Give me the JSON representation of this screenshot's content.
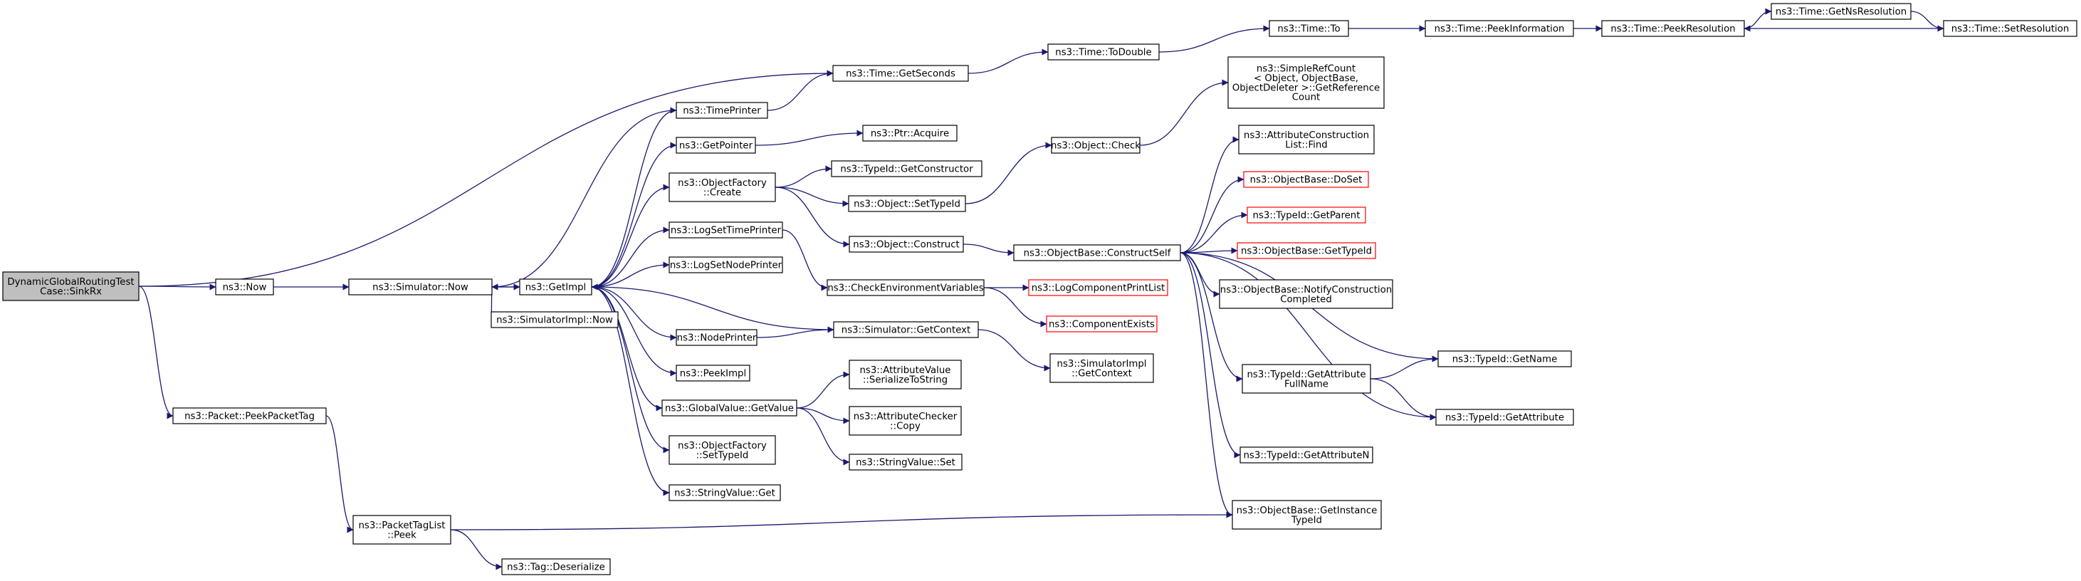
{
  "colors": {
    "edge": "#191970",
    "node_border": "#000000",
    "node_border_incomplete": "#ff0000",
    "root_fill": "#bfbfbf",
    "node_fill": "#ffffff"
  },
  "nodes": [
    {
      "id": "sinkrx",
      "lines": [
        "DynamicGlobalRoutingTest",
        "Case::SinkRx"
      ]
    },
    {
      "id": "now",
      "lines": [
        "ns3::Now"
      ]
    },
    {
      "id": "simnow",
      "lines": [
        "ns3::Simulator::Now"
      ]
    },
    {
      "id": "getimpl",
      "lines": [
        "ns3::GetImpl"
      ]
    },
    {
      "id": "simimplnow",
      "lines": [
        "ns3::SimulatorImpl::Now"
      ]
    },
    {
      "id": "timeprinter",
      "lines": [
        "ns3::TimePrinter"
      ]
    },
    {
      "id": "getpointer",
      "lines": [
        "ns3::GetPointer"
      ]
    },
    {
      "id": "ofcreate",
      "lines": [
        "ns3::ObjectFactory",
        "::Create"
      ]
    },
    {
      "id": "logsettp",
      "lines": [
        "ns3::LogSetTimePrinter"
      ]
    },
    {
      "id": "logsetnp",
      "lines": [
        "ns3::LogSetNodePrinter"
      ]
    },
    {
      "id": "nodeprinter",
      "lines": [
        "ns3::NodePrinter"
      ]
    },
    {
      "id": "peekimpl",
      "lines": [
        "ns3::PeekImpl"
      ]
    },
    {
      "id": "gvgetvalue",
      "lines": [
        "ns3::GlobalValue::GetValue"
      ]
    },
    {
      "id": "ofsettypeid",
      "lines": [
        "ns3::ObjectFactory",
        "::SetTypeId"
      ]
    },
    {
      "id": "svget",
      "lines": [
        "ns3::StringValue::Get"
      ]
    },
    {
      "id": "getseconds",
      "lines": [
        "ns3::Time::GetSeconds"
      ]
    },
    {
      "id": "todouble",
      "lines": [
        "ns3::Time::ToDouble"
      ]
    },
    {
      "id": "timeto",
      "lines": [
        "ns3::Time::To"
      ]
    },
    {
      "id": "peekinfo",
      "lines": [
        "ns3::Time::PeekInformation"
      ]
    },
    {
      "id": "peekres",
      "lines": [
        "ns3::Time::PeekResolution"
      ]
    },
    {
      "id": "getnsres",
      "lines": [
        "ns3::Time::GetNsResolution"
      ]
    },
    {
      "id": "setres",
      "lines": [
        "ns3::Time::SetResolution"
      ]
    },
    {
      "id": "ptracquire",
      "lines": [
        "ns3::Ptr::Acquire"
      ]
    },
    {
      "id": "getconstructor",
      "lines": [
        "ns3::TypeId::GetConstructor"
      ]
    },
    {
      "id": "objsettypeid",
      "lines": [
        "ns3::Object::SetTypeId"
      ]
    },
    {
      "id": "objconstruct",
      "lines": [
        "ns3::Object::Construct"
      ]
    },
    {
      "id": "checkenv",
      "lines": [
        "ns3::CheckEnvironmentVariables"
      ]
    },
    {
      "id": "simgetcontext",
      "lines": [
        "ns3::Simulator::GetContext"
      ]
    },
    {
      "id": "avserialize",
      "lines": [
        "ns3::AttributeValue",
        "::SerializeToString"
      ]
    },
    {
      "id": "accopy",
      "lines": [
        "ns3::AttributeChecker",
        "::Copy"
      ]
    },
    {
      "id": "svset",
      "lines": [
        "ns3::StringValue::Set"
      ]
    },
    {
      "id": "objcheck",
      "lines": [
        "ns3::Object::Check"
      ]
    },
    {
      "id": "constructself",
      "lines": [
        "ns3::ObjectBase::ConstructSelf"
      ]
    },
    {
      "id": "logcpl",
      "lines": [
        "ns3::LogComponentPrintList"
      ],
      "incomplete": true
    },
    {
      "id": "compexists",
      "lines": [
        "ns3::ComponentExists"
      ],
      "incomplete": true
    },
    {
      "id": "simimplgetctx",
      "lines": [
        "ns3::SimulatorImpl",
        "::GetContext"
      ]
    },
    {
      "id": "getrefcount",
      "lines": [
        "ns3::SimpleRefCount",
        "< Object, ObjectBase,",
        " ObjectDeleter >::GetReference",
        "Count"
      ]
    },
    {
      "id": "aclfind",
      "lines": [
        "ns3::AttributeConstruction",
        "List::Find"
      ]
    },
    {
      "id": "doset",
      "lines": [
        "ns3::ObjectBase::DoSet"
      ],
      "incomplete": true
    },
    {
      "id": "getparent",
      "lines": [
        "ns3::TypeId::GetParent"
      ],
      "incomplete": true
    },
    {
      "id": "obgettypeid",
      "lines": [
        "ns3::ObjectBase::GetTypeId"
      ],
      "incomplete": true
    },
    {
      "id": "notifyconstr",
      "lines": [
        "ns3::ObjectBase::NotifyConstruction",
        "Completed"
      ]
    },
    {
      "id": "getattrfullname",
      "lines": [
        "ns3::TypeId::GetAttribute",
        "FullName"
      ]
    },
    {
      "id": "getattrn",
      "lines": [
        "ns3::TypeId::GetAttributeN"
      ]
    },
    {
      "id": "getinstancetypeid",
      "lines": [
        "ns3::ObjectBase::GetInstance",
        "TypeId"
      ]
    },
    {
      "id": "getname",
      "lines": [
        "ns3::TypeId::GetName"
      ]
    },
    {
      "id": "getattribute",
      "lines": [
        "ns3::TypeId::GetAttribute"
      ]
    },
    {
      "id": "peekpackettag",
      "lines": [
        "ns3::Packet::PeekPacketTag"
      ]
    },
    {
      "id": "ptlpeek",
      "lines": [
        "ns3::PacketTagList",
        "::Peek"
      ]
    },
    {
      "id": "tagdeserialize",
      "lines": [
        "ns3::Tag::Deserialize"
      ]
    }
  ],
  "edges": [
    [
      "sinkrx",
      "now"
    ],
    [
      "sinkrx",
      "getseconds"
    ],
    [
      "sinkrx",
      "peekpackettag"
    ],
    [
      "now",
      "simnow"
    ],
    [
      "simnow",
      "getimpl"
    ],
    [
      "simnow",
      "simimplnow"
    ],
    [
      "getimpl",
      "simnow"
    ],
    [
      "getimpl",
      "timeprinter"
    ],
    [
      "getimpl",
      "getpointer"
    ],
    [
      "getimpl",
      "ofcreate"
    ],
    [
      "getimpl",
      "logsettp"
    ],
    [
      "getimpl",
      "logsetnp"
    ],
    [
      "getimpl",
      "nodeprinter"
    ],
    [
      "getimpl",
      "peekimpl"
    ],
    [
      "getimpl",
      "gvgetvalue"
    ],
    [
      "getimpl",
      "ofsettypeid"
    ],
    [
      "getimpl",
      "svget"
    ],
    [
      "timeprinter",
      "simnow"
    ],
    [
      "timeprinter",
      "getseconds"
    ],
    [
      "getpointer",
      "ptracquire"
    ],
    [
      "ofcreate",
      "getconstructor"
    ],
    [
      "ofcreate",
      "objsettypeid"
    ],
    [
      "ofcreate",
      "objconstruct"
    ],
    [
      "logsettp",
      "checkenv"
    ],
    [
      "nodeprinter",
      "simgetcontext"
    ],
    [
      "simgetcontext",
      "getimpl"
    ],
    [
      "simgetcontext",
      "simimplgetctx"
    ],
    [
      "gvgetvalue",
      "avserialize"
    ],
    [
      "gvgetvalue",
      "accopy"
    ],
    [
      "gvgetvalue",
      "svset"
    ],
    [
      "getseconds",
      "todouble"
    ],
    [
      "todouble",
      "timeto"
    ],
    [
      "timeto",
      "peekinfo"
    ],
    [
      "peekinfo",
      "peekres"
    ],
    [
      "peekres",
      "getnsres"
    ],
    [
      "getnsres",
      "setres"
    ],
    [
      "setres",
      "peekres"
    ],
    [
      "objsettypeid",
      "objcheck"
    ],
    [
      "objcheck",
      "getrefcount"
    ],
    [
      "objconstruct",
      "constructself"
    ],
    [
      "checkenv",
      "logcpl"
    ],
    [
      "checkenv",
      "compexists"
    ],
    [
      "constructself",
      "aclfind"
    ],
    [
      "constructself",
      "doset"
    ],
    [
      "constructself",
      "getparent"
    ],
    [
      "constructself",
      "obgettypeid"
    ],
    [
      "constructself",
      "notifyconstr"
    ],
    [
      "constructself",
      "getname"
    ],
    [
      "constructself",
      "getattrfullname"
    ],
    [
      "constructself",
      "getattribute"
    ],
    [
      "constructself",
      "getattrn"
    ],
    [
      "constructself",
      "getinstancetypeid"
    ],
    [
      "getattrfullname",
      "getname"
    ],
    [
      "getattrfullname",
      "getattribute"
    ],
    [
      "peekpackettag",
      "ptlpeek"
    ],
    [
      "ptlpeek",
      "getinstancetypeid"
    ],
    [
      "ptlpeek",
      "tagdeserialize"
    ]
  ]
}
